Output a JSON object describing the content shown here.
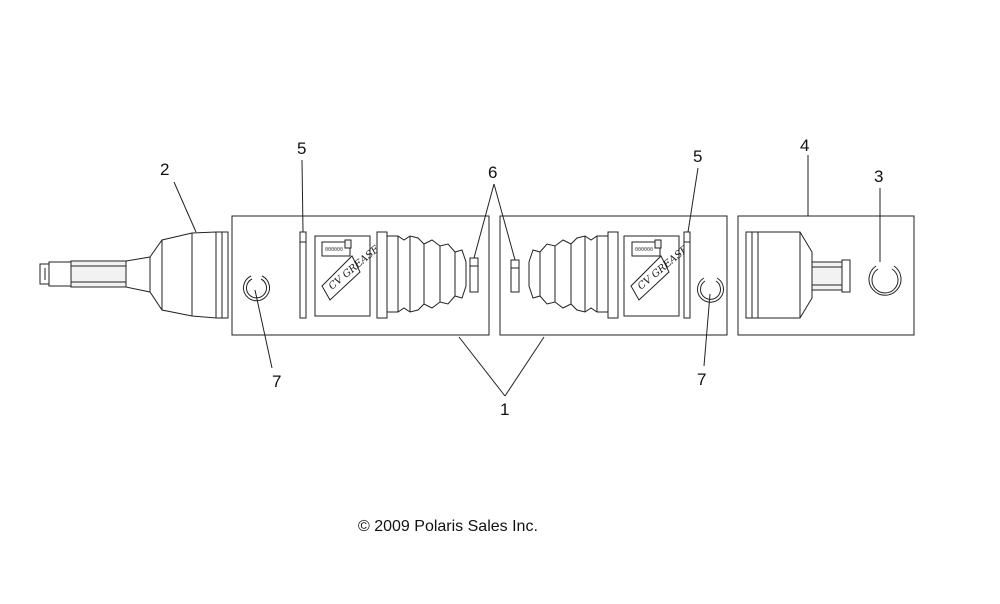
{
  "diagram": {
    "callouts": [
      {
        "id": "c2-shaft",
        "number": "2"
      },
      {
        "id": "c5-left",
        "number": "5"
      },
      {
        "id": "c6",
        "number": "6"
      },
      {
        "id": "c5-right",
        "number": "5"
      },
      {
        "id": "c4",
        "number": "4"
      },
      {
        "id": "c3",
        "number": "3"
      },
      {
        "id": "c7-left",
        "number": "7"
      },
      {
        "id": "c7-right",
        "number": "7"
      },
      {
        "id": "c1",
        "number": "1"
      }
    ],
    "grease_packet_label": "CV GREASE",
    "copyright": "© 2009 Polaris Sales Inc."
  }
}
